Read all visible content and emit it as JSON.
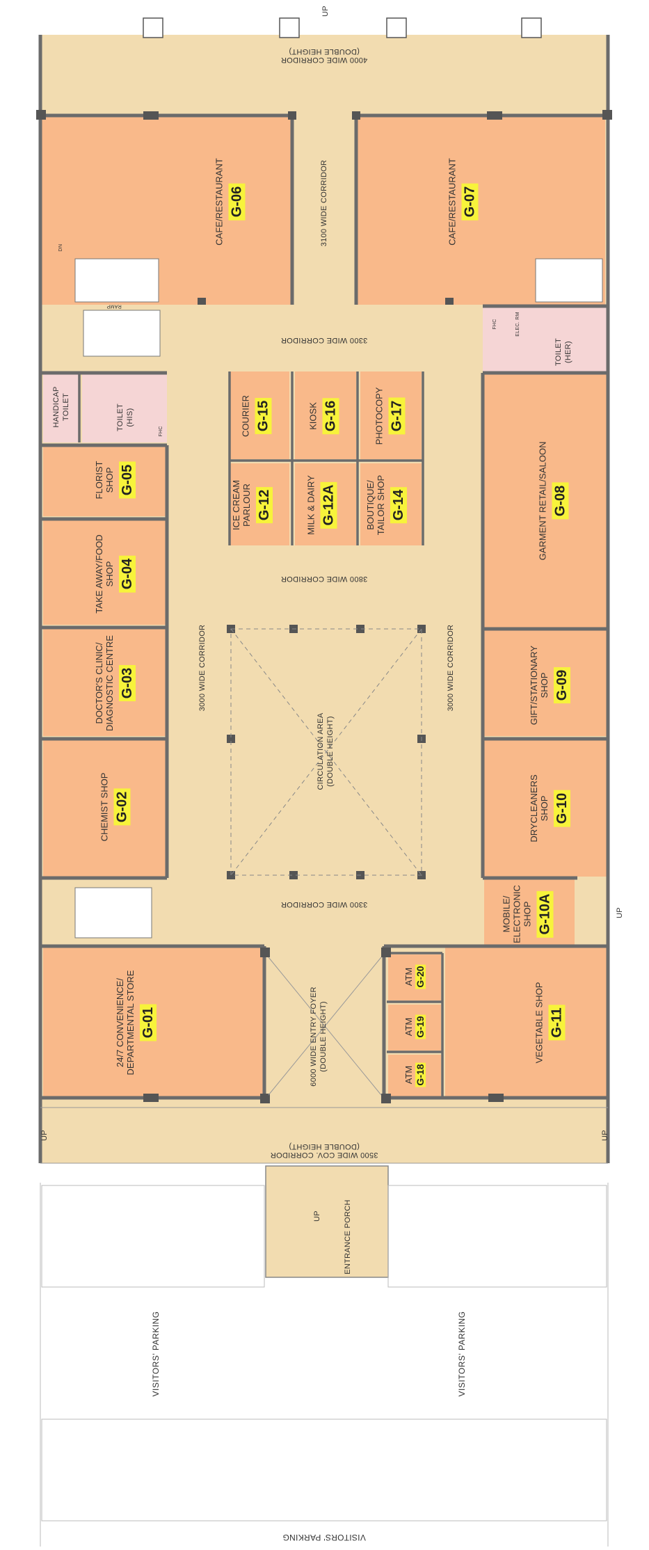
{
  "units": [
    {
      "code": "G-06",
      "name": [
        "CAFE/RESTAURANT"
      ]
    },
    {
      "code": "G-07",
      "name": [
        "CAFE/RESTAURANT"
      ]
    },
    {
      "code": "G-05",
      "name": [
        "FLORIST",
        "SHOP"
      ]
    },
    {
      "code": "G-04",
      "name": [
        "TAKE AWAY/FOOD",
        "SHOP"
      ]
    },
    {
      "code": "G-03",
      "name": [
        "DOCTOR'S CLINIC/",
        "DIAGNOSTIC CENTRE"
      ]
    },
    {
      "code": "G-02",
      "name": [
        "CHEMIST SHOP"
      ]
    },
    {
      "code": "G-01",
      "name": [
        "24/7 CONVENIENCE/",
        "DEPARTMENTAL STORE"
      ]
    },
    {
      "code": "G-08",
      "name": [
        "GARMENT RETAIL/SALOON"
      ]
    },
    {
      "code": "G-09",
      "name": [
        "GIFT/STATIONARY",
        "SHOP"
      ]
    },
    {
      "code": "G-10",
      "name": [
        "DRYCLEANERS",
        "SHOP"
      ]
    },
    {
      "code": "G-10A",
      "name": [
        "MOBILE/",
        "ELECTRONIC",
        "SHOP"
      ]
    },
    {
      "code": "G-11",
      "name": [
        "VEGETABLE SHOP"
      ]
    },
    {
      "code": "G-15",
      "name": [
        "COURIER"
      ]
    },
    {
      "code": "G-16",
      "name": [
        "KIOSK"
      ]
    },
    {
      "code": "G-17",
      "name": [
        "PHOTOCOPY"
      ]
    },
    {
      "code": "G-12",
      "name": [
        "ICE CREAM",
        "PARLOUR"
      ]
    },
    {
      "code": "G-12A",
      "name": [
        "MILK & DAIRY"
      ]
    },
    {
      "code": "G-14",
      "name": [
        "BOUTIQUE/",
        "TAILOR SHOP"
      ]
    },
    {
      "code": "G-18",
      "name": [
        "ATM"
      ]
    },
    {
      "code": "G-19",
      "name": [
        "ATM"
      ]
    },
    {
      "code": "G-20",
      "name": [
        "ATM"
      ]
    }
  ],
  "circulation": [
    {
      "lines": [
        "4000 WIDE CORRIDOR",
        "(DOUBLE HEIGHT)"
      ]
    },
    {
      "lines": [
        "3100 WIDE CORRIDOR"
      ]
    },
    {
      "lines": [
        "3300 WIDE CORRIDOR"
      ]
    },
    {
      "lines": [
        "3800 WIDE CORRIDOR"
      ]
    },
    {
      "lines": [
        "3000 WIDE CORRIDOR"
      ]
    },
    {
      "lines": [
        "3000 WIDE CORRIDOR"
      ]
    },
    {
      "lines": [
        "CIRCULATION AREA",
        "(DOUBLE HEIGHT)"
      ]
    },
    {
      "lines": [
        "3300 WIDE CORRIDOR"
      ]
    },
    {
      "lines": [
        "6000 WIDE ENTRY FOYER",
        "(DOUBLE HEIGHT)"
      ]
    },
    {
      "lines": [
        "3500 WIDE COV. CORRIDOR",
        "(DOUBLE HEIGHT)"
      ]
    },
    {
      "lines": [
        "ENTRANCE PORCH"
      ]
    }
  ],
  "services": [
    {
      "lines": [
        "HANDICAP",
        "TOILET"
      ]
    },
    {
      "lines": [
        "TOILET",
        "(HIS)"
      ]
    },
    {
      "lines": [
        "TOILET",
        "(HER)"
      ]
    },
    {
      "lines": [
        "ELEC. RM"
      ]
    },
    {
      "lines": [
        "FHC"
      ]
    },
    {
      "lines": [
        "FHC"
      ]
    }
  ],
  "markers": {
    "up": "UP",
    "dn": "DN",
    "ramp": "RAMP"
  },
  "parking": {
    "left": "VISITORS' PARKING",
    "right": "VISITORS' PARKING",
    "bottom": "VISITORS' PARKING"
  },
  "colors": {
    "shop": "#f9b98a",
    "corridor": "#f2dcb0",
    "foyer": "#f2dcb0",
    "toilet": "#f5d5d5",
    "wall": "#6b6b6b",
    "code_highlight": "#f7f33b"
  }
}
